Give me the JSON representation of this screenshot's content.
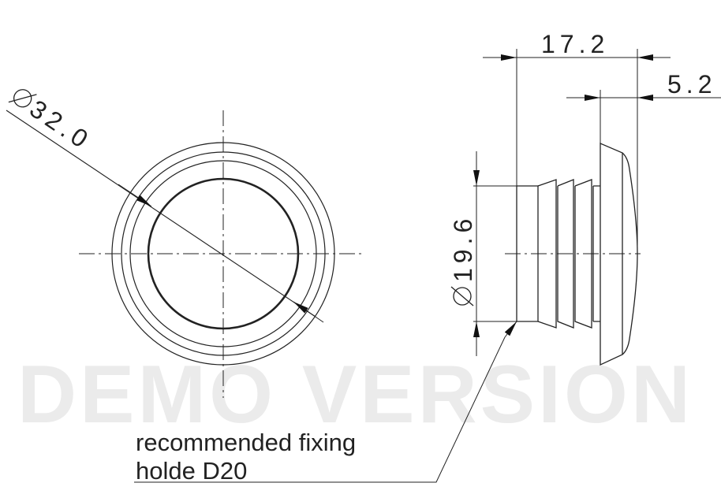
{
  "watermark": "DEMO VERSION",
  "dimensions": {
    "outer_diameter": "32.0",
    "fixing_diameter": "19.6",
    "total_length": "17.2",
    "flange_length": "5.2"
  },
  "note": {
    "line1": "recommended fixing",
    "line2": "holde D20"
  },
  "colors": {
    "line": "#222222",
    "watermark": "#ebebeb"
  }
}
